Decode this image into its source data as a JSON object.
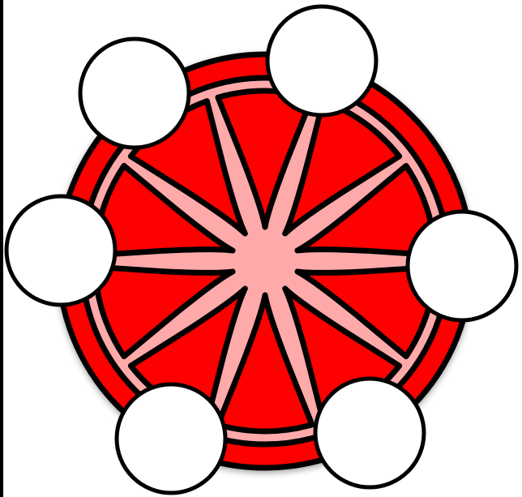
{
  "colors": {
    "rim": "#ff0000",
    "pith": "#ffaaaa",
    "segment": "#ff0000",
    "outline": "#000000",
    "placeholder_fill": "#ffffff",
    "background": "#ffffff",
    "left_edge": "#000000"
  },
  "diagram": {
    "segments": 10,
    "placeholders": [
      {
        "name": "placeholder-circle-1",
        "label": ""
      },
      {
        "name": "placeholder-circle-2",
        "label": ""
      },
      {
        "name": "placeholder-circle-3",
        "label": ""
      },
      {
        "name": "placeholder-circle-4",
        "label": ""
      },
      {
        "name": "placeholder-circle-5",
        "label": ""
      },
      {
        "name": "placeholder-circle-6",
        "label": ""
      }
    ]
  }
}
